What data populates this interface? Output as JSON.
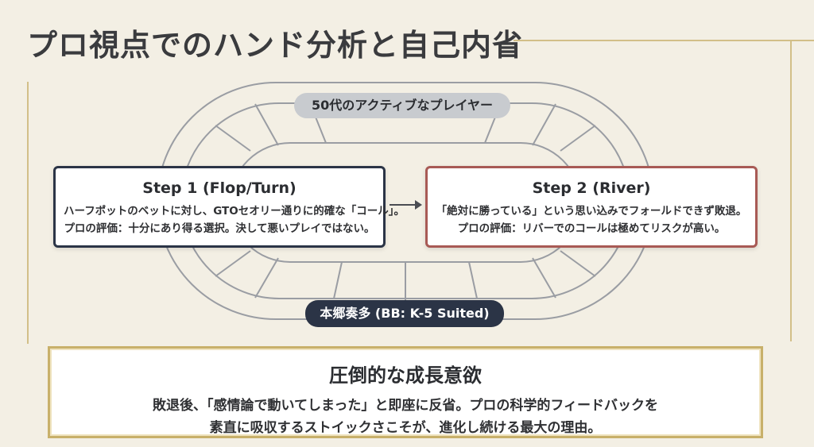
{
  "title": "プロ視点でのハンド分析と自己内省",
  "labels": {
    "top_player": "50代のアクティブなプレイヤー",
    "bottom_player": "本郷奏多 (BB: K-5 Suited)"
  },
  "steps": [
    {
      "heading": "Step 1 (Flop/Turn)",
      "line1": "ハーフポットのベットに対し、GTOセオリー通りに的確な「コール」。",
      "line2": "プロの評価：十分にあり得る選択。決して悪いプレイではない。"
    },
    {
      "heading": "Step 2 (River)",
      "line1": "「絶対に勝っている」という思い込みでフォールドできず敗退。",
      "line2": "プロの評価：リバーでのコールは極めてリスクが高い。"
    }
  ],
  "conclusion": {
    "heading": "圧倒的な成長意欲",
    "line1": "敗退後、「感情論で動いてしまった」と即座に反省。プロの科学的フィードバックを",
    "line2": "素直に吸収するストイックさこそが、進化し続ける最大の理由。"
  },
  "colors": {
    "background": "#f3efe4",
    "navy": "#2b3446",
    "step2_border": "#a85a55",
    "gold": "#c8b06a"
  }
}
